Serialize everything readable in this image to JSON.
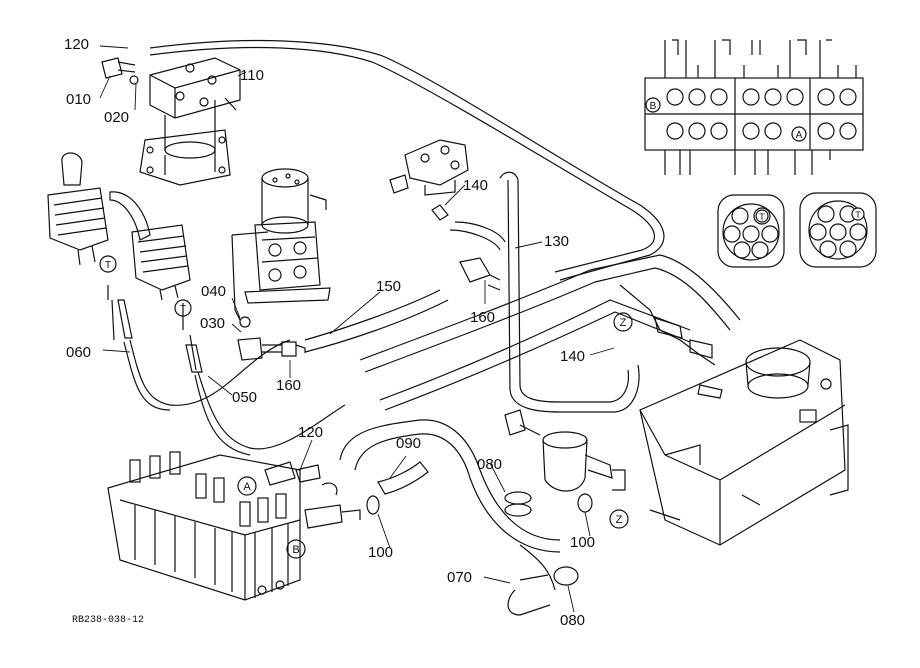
{
  "callouts": {
    "c010": "010",
    "c020": "020",
    "c030": "030",
    "c040": "040",
    "c050": "050",
    "c060": "060",
    "c070": "070",
    "c080a": "080",
    "c080b": "080",
    "c090": "090",
    "c100a": "100",
    "c100b": "100",
    "c110": "110",
    "c120a": "120",
    "c120b": "120",
    "c130": "130",
    "c140a": "140",
    "c140b": "140",
    "c150": "150",
    "c160a": "160",
    "c160b": "160"
  },
  "markers": {
    "A": "A",
    "B": "B",
    "T": "T",
    "Z": "Z"
  },
  "drawing_code": "RB238-038-12"
}
